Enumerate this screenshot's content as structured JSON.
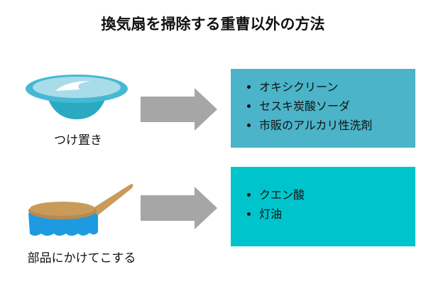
{
  "title": "換気扇を掃除する重曹以外の方法",
  "methods": [
    {
      "label": "つけ置き",
      "icon": "bowl-icon",
      "items": [
        "オキシクリーン",
        "セスキ炭酸ソーダ",
        "市販のアルカリ性洗剤"
      ],
      "color": "#4bb4c8"
    },
    {
      "label": "部品にかけてこする",
      "icon": "brush-icon",
      "items": [
        "クエン酸",
        "灯油"
      ],
      "color": "#00c4cc"
    }
  ]
}
